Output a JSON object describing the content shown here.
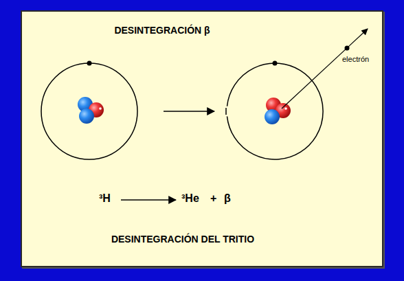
{
  "diagram": {
    "title": "DESINTEGRACIÓN β",
    "caption": "DESINTEGRACIÓN DEL TRITIO",
    "labels": [
      "electrón",
      "³H",
      "³He",
      "+",
      "β"
    ]
  }
}
